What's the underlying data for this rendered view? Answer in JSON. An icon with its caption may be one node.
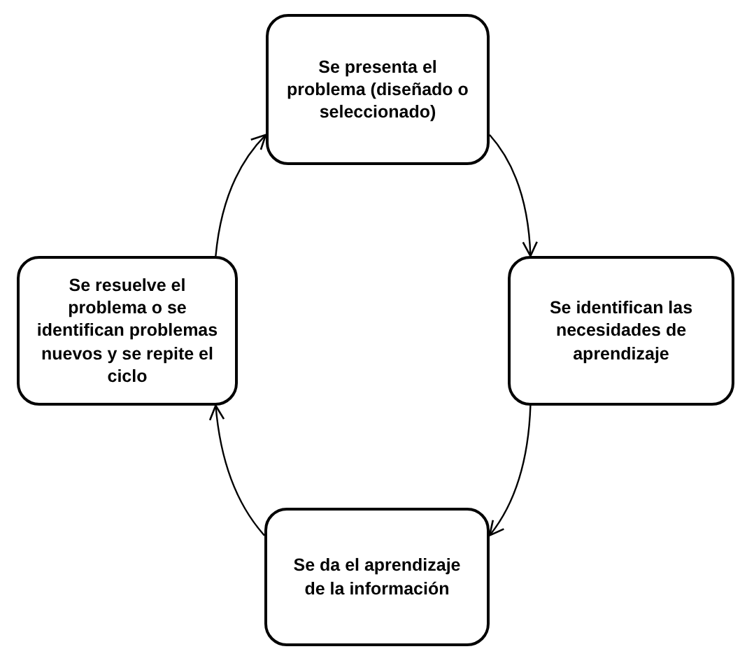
{
  "diagram": {
    "nodes": [
      {
        "text": [
          "Se presenta el problema (diseñado o seleccionado)"
        ]
      },
      {
        "text": [
          "Se resuelve el problema o se identifican problemas nuevos y se repite el ciclo"
        ]
      },
      {
        "text": [
          "Se identifican las necesidades de aprendizaje"
        ]
      },
      {
        "text": [
          "Se da el aprendizaje de la información"
        ]
      }
    ],
    "edges": [
      {
        "from": 0,
        "to": 2,
        "arrow": "to"
      },
      {
        "from": 2,
        "to": 3,
        "arrow": "to"
      },
      {
        "from": 3,
        "to": 1,
        "arrow": "to"
      },
      {
        "from": 1,
        "to": 0,
        "arrow": "to"
      }
    ]
  }
}
